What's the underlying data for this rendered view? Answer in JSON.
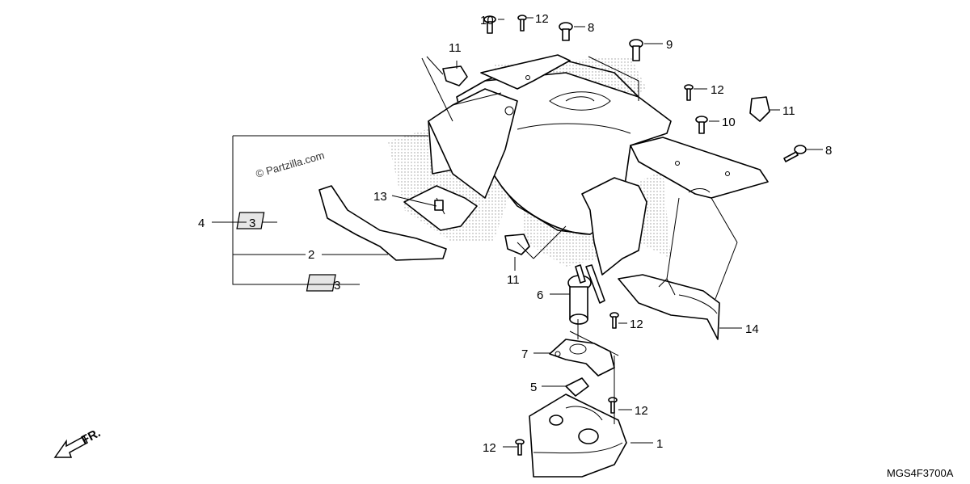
{
  "diagram": {
    "watermark": "© Partzilla.com",
    "catalog_code": "MGS4F3700A",
    "direction_indicator": "FR.",
    "labels": {
      "p1": "1",
      "p2": "2",
      "p3a": "3",
      "p3b": "3",
      "p4": "4",
      "p5": "5",
      "p6": "6",
      "p7": "7",
      "p8a": "8",
      "p8b": "8",
      "p9": "9",
      "p10a": "10",
      "p10b": "10",
      "p11a": "11",
      "p11b": "11",
      "p11c": "11",
      "p12a": "12",
      "p12b": "12",
      "p12c": "12",
      "p12d": "12",
      "p12e": "12",
      "p13": "13",
      "p14": "14"
    }
  }
}
